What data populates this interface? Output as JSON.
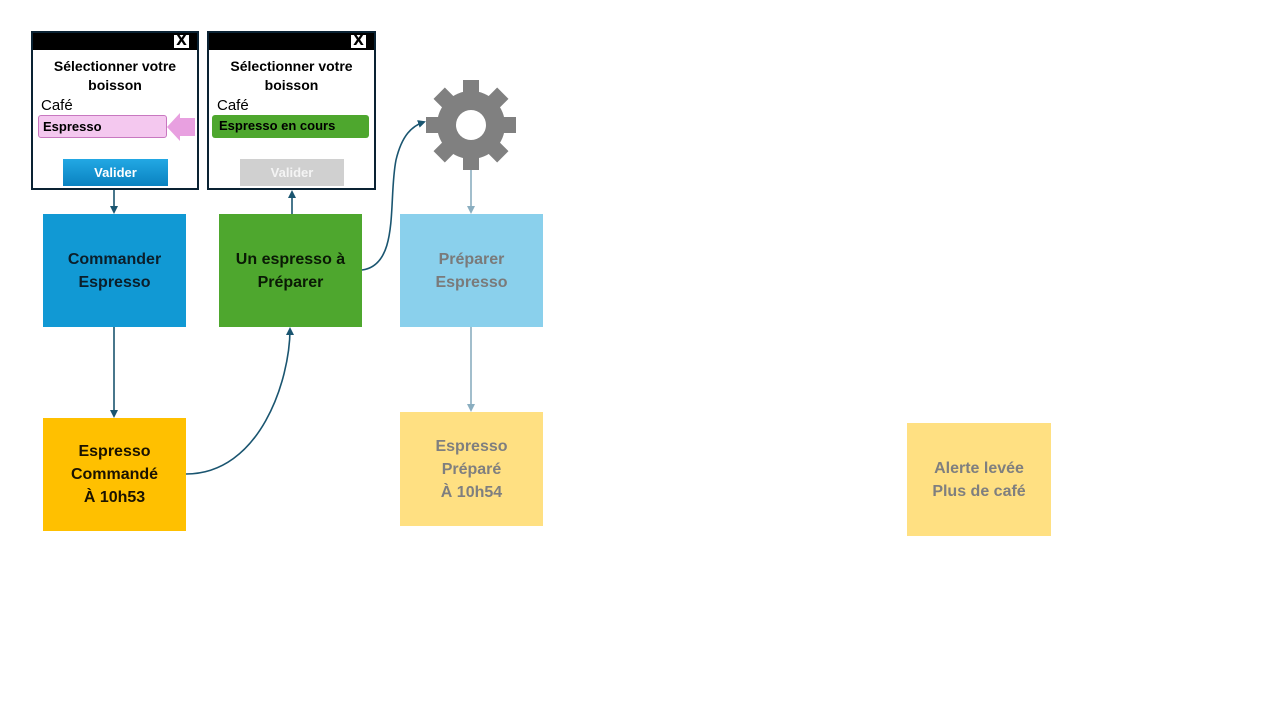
{
  "colors": {
    "blue": "#1199d4",
    "green": "#4ea72e",
    "orange": "#ffc000",
    "light_blue": "#8ad0ec",
    "light_yellow": "#ffe082",
    "pink": "#f4c8ef",
    "pink_arrow": "#e8a0e0",
    "arrow": "#1a5570",
    "arrow_faded": "#8aaec0",
    "gear": "#808080"
  },
  "screen_order": {
    "close_glyph": "X",
    "prompt_line1": "Sélectionner votre",
    "prompt_line2": "boisson",
    "option_cafe": "Café",
    "option_selected": "Espresso",
    "button": "Valider"
  },
  "screen_progress": {
    "close_glyph": "X",
    "prompt_line1": "Sélectionner votre",
    "prompt_line2": "boisson",
    "option_cafe": "Café",
    "option_selected": "Espresso en cours",
    "button": "Valider"
  },
  "boxes": {
    "commander": [
      "Commander",
      "Espresso"
    ],
    "commande": [
      "Espresso",
      "Commandé",
      "À 10h53"
    ],
    "a_preparer": [
      "Un espresso à",
      "Préparer"
    ],
    "preparer": [
      "Préparer",
      "Espresso"
    ],
    "prepare": [
      "Espresso",
      "Préparé",
      "À 10h54"
    ],
    "alerte": [
      "Alerte levée",
      "Plus de café"
    ]
  },
  "icons": {
    "gear": "gear-icon",
    "close": "close-icon"
  }
}
